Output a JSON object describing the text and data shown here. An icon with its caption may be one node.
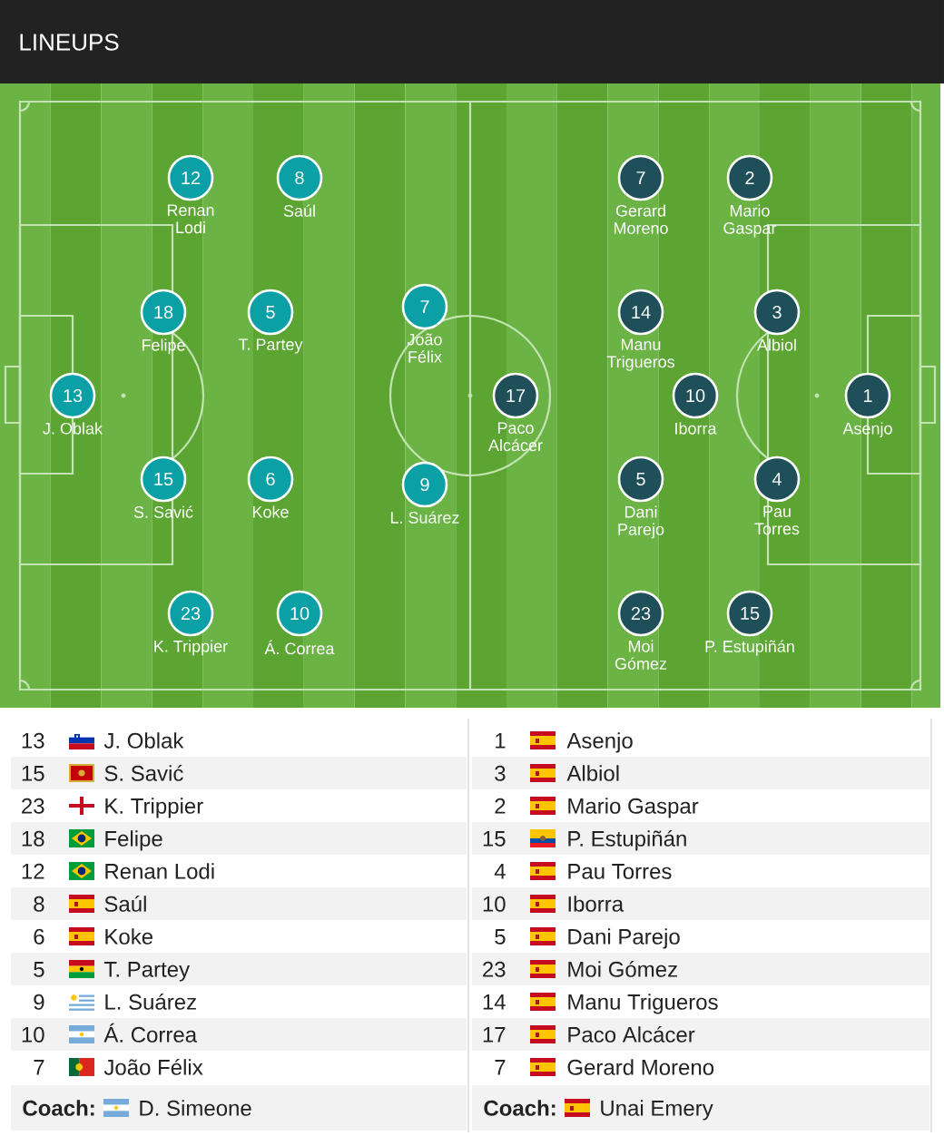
{
  "diagram": {
    "title": "LINEUPS",
    "nodes": [
      {
        "text": [
          "13"
        ],
        "beside": [
          "J. Oblak"
        ]
      },
      {
        "text": [
          "15"
        ],
        "beside": [
          "S. Savić"
        ]
      },
      {
        "text": [
          "23"
        ],
        "beside": [
          "K. Trippier"
        ]
      },
      {
        "text": [
          "18"
        ],
        "beside": [
          "Felipe"
        ]
      },
      {
        "text": [
          "12"
        ],
        "beside": [
          "Renan Lodi"
        ]
      },
      {
        "text": [
          "8"
        ],
        "beside": [
          "Saúl"
        ]
      },
      {
        "text": [
          "6"
        ],
        "beside": [
          "Koke"
        ]
      },
      {
        "text": [
          "5"
        ],
        "beside": [
          "T. Partey"
        ]
      },
      {
        "text": [
          "9"
        ],
        "beside": [
          "L. Suárez"
        ]
      },
      {
        "text": [
          "10"
        ],
        "beside": [
          "Á. Correa"
        ]
      },
      {
        "text": [
          "7"
        ],
        "beside": [
          "João Félix"
        ]
      },
      {
        "text": [
          "1"
        ],
        "beside": [
          "Asenjo"
        ]
      },
      {
        "text": [
          "3"
        ],
        "beside": [
          "Albiol"
        ]
      },
      {
        "text": [
          "2"
        ],
        "beside": [
          "Mario Gaspar"
        ]
      },
      {
        "text": [
          "15"
        ],
        "beside": [
          "P. Estupiñán"
        ]
      },
      {
        "text": [
          "4"
        ],
        "beside": [
          "Pau Torres"
        ]
      },
      {
        "text": [
          "10"
        ],
        "beside": [
          "Iborra"
        ]
      },
      {
        "text": [
          "5"
        ],
        "beside": [
          "Dani Parejo"
        ]
      },
      {
        "text": [
          "23"
        ],
        "beside": [
          "Moi Gómez"
        ]
      },
      {
        "text": [
          "14"
        ],
        "beside": [
          "Manu Trigueros"
        ]
      },
      {
        "text": [
          "17"
        ],
        "beside": [
          "Paco Alcácer"
        ]
      },
      {
        "text": [
          "7"
        ],
        "beside": [
          "Gerard Moreno"
        ]
      }
    ],
    "labels": [
      "13",
      "J. Oblak",
      "1",
      "Asenjo",
      "15",
      "S. Savić",
      "3",
      "Albiol",
      "23",
      "K. Trippier",
      "2",
      "Mario Gaspar",
      "18",
      "Felipe",
      "15",
      "P. Estupiñán",
      "12",
      "Renan Lodi",
      "4",
      "Pau Torres",
      "8",
      "Saúl",
      "10",
      "Iborra",
      "6",
      "Koke",
      "5",
      "Dani Parejo",
      "5",
      "T. Partey",
      "23",
      "Moi Gómez",
      "9",
      "L. Suárez",
      "14",
      "Manu Trigueros",
      "10",
      "Á. Correa",
      "17",
      "Paco Alcácer",
      "7",
      "João Félix",
      "7",
      "Gerard Moreno",
      "Coach:",
      "D. Simeone",
      "Coach:",
      "Unai Emery"
    ]
  }
}
